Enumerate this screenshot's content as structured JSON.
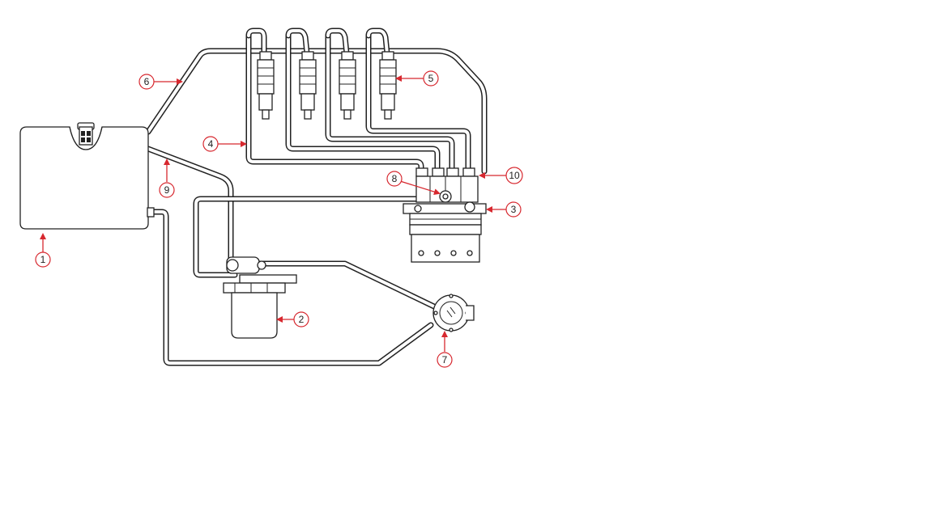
{
  "diagram": {
    "title": "",
    "accent_color": "#d7282f",
    "line_color": "#222222"
  },
  "callouts": [
    {
      "id": "c1",
      "label": "1"
    },
    {
      "id": "c2",
      "label": "2"
    },
    {
      "id": "c3",
      "label": "3"
    },
    {
      "id": "c4",
      "label": "4"
    },
    {
      "id": "c5",
      "label": "5"
    },
    {
      "id": "c6",
      "label": "6"
    },
    {
      "id": "c7",
      "label": "7"
    },
    {
      "id": "c8",
      "label": "8"
    },
    {
      "id": "c9",
      "label": "9"
    },
    {
      "id": "c10",
      "label": "10"
    }
  ]
}
